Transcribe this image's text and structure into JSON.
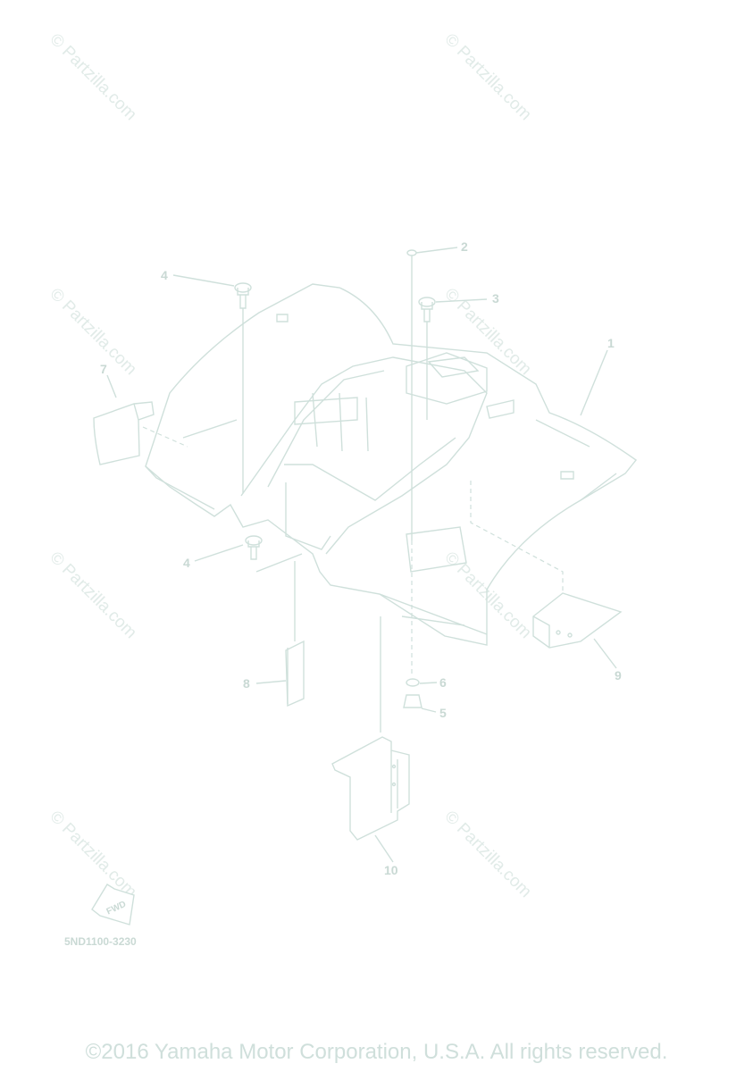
{
  "callouts": {
    "c1": "1",
    "c2": "2",
    "c3": "3",
    "c4a": "4",
    "c4b": "4",
    "c5": "5",
    "c6": "6",
    "c7": "7",
    "c8": "8",
    "c9": "9",
    "c10": "10"
  },
  "watermark": "© Partzilla.com",
  "fwd_label": "FWD",
  "diagram_code": "5ND1100-3230",
  "copyright": "©2016 Yamaha Motor Corporation, U.S.A. All rights reserved.",
  "colors": {
    "line": "#cfe0db",
    "text": "#c9d9d4",
    "watermark": "#e1ebe8"
  }
}
